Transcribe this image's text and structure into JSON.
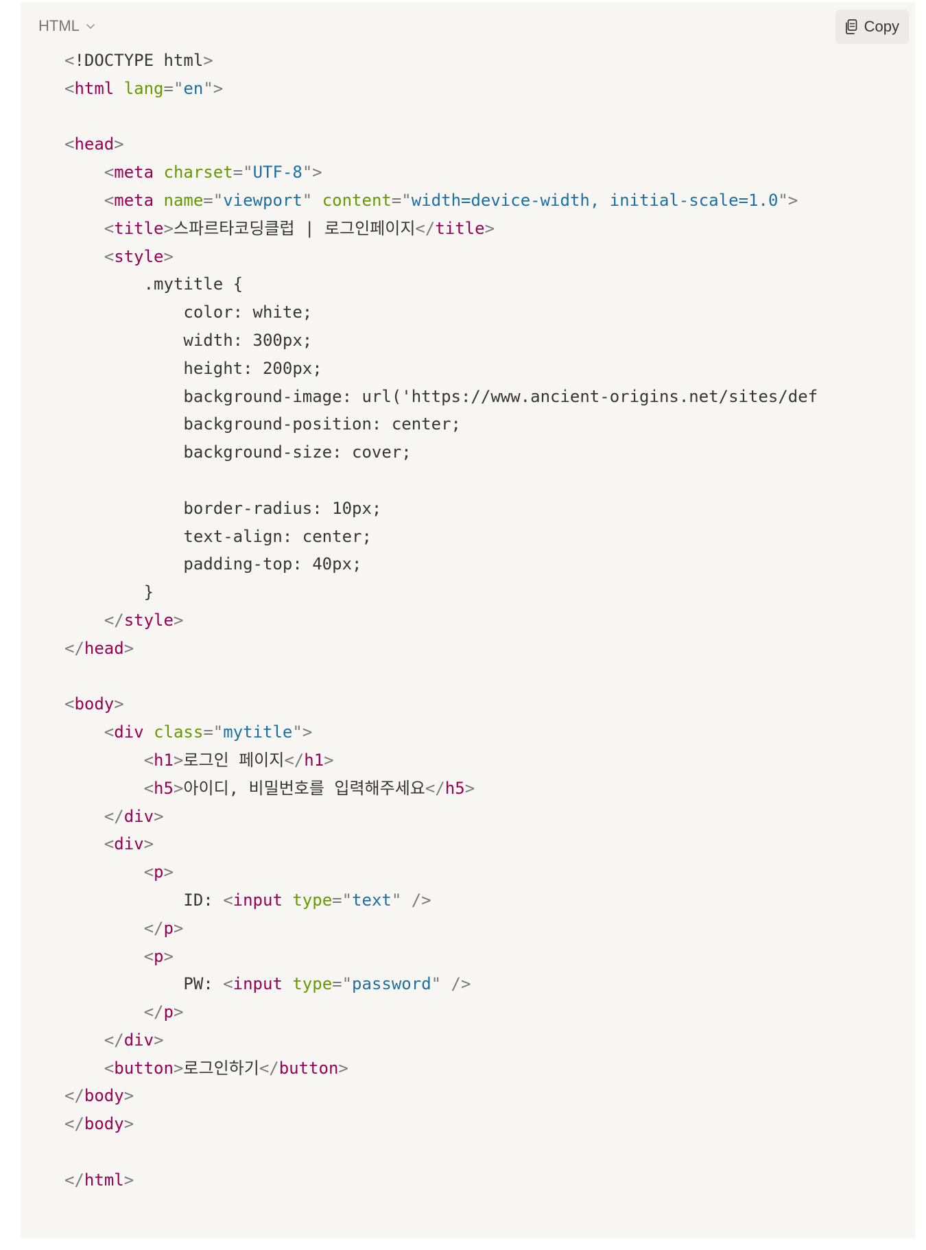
{
  "toolbar": {
    "language_label": "HTML",
    "copy_label": "Copy"
  },
  "code_lines": [
    [
      [
        "p",
        "<"
      ],
      [
        "d",
        "!DOCTYPE html"
      ],
      [
        "p",
        ">"
      ]
    ],
    [
      [
        "p",
        "<"
      ],
      [
        "t",
        "html"
      ],
      [
        "d",
        " "
      ],
      [
        "a",
        "lang"
      ],
      [
        "p",
        "=\""
      ],
      [
        "v",
        "en"
      ],
      [
        "p",
        "\">"
      ]
    ],
    [],
    [
      [
        "p",
        "<"
      ],
      [
        "t",
        "head"
      ],
      [
        "p",
        ">"
      ]
    ],
    [
      [
        "d",
        "    "
      ],
      [
        "p",
        "<"
      ],
      [
        "t",
        "meta"
      ],
      [
        "d",
        " "
      ],
      [
        "a",
        "charset"
      ],
      [
        "p",
        "=\""
      ],
      [
        "v",
        "UTF-8"
      ],
      [
        "p",
        "\">"
      ]
    ],
    [
      [
        "d",
        "    "
      ],
      [
        "p",
        "<"
      ],
      [
        "t",
        "meta"
      ],
      [
        "d",
        " "
      ],
      [
        "a",
        "name"
      ],
      [
        "p",
        "=\""
      ],
      [
        "v",
        "viewport"
      ],
      [
        "p",
        "\""
      ],
      [
        "d",
        " "
      ],
      [
        "a",
        "content"
      ],
      [
        "p",
        "=\""
      ],
      [
        "v",
        "width=device-width, initial-scale=1.0"
      ],
      [
        "p",
        "\">"
      ]
    ],
    [
      [
        "d",
        "    "
      ],
      [
        "p",
        "<"
      ],
      [
        "t",
        "title"
      ],
      [
        "p",
        ">"
      ],
      [
        "d",
        "스파르타코딩클럽 | 로그인페이지"
      ],
      [
        "p",
        "</"
      ],
      [
        "t",
        "title"
      ],
      [
        "p",
        ">"
      ]
    ],
    [
      [
        "d",
        "    "
      ],
      [
        "p",
        "<"
      ],
      [
        "t",
        "style"
      ],
      [
        "p",
        ">"
      ]
    ],
    [
      [
        "d",
        "        .mytitle {"
      ]
    ],
    [
      [
        "d",
        "            color: white;"
      ]
    ],
    [
      [
        "d",
        "            width: 300px;"
      ]
    ],
    [
      [
        "d",
        "            height: 200px;"
      ]
    ],
    [
      [
        "d",
        "            background-image: url('https://www.ancient-origins.net/sites/def"
      ]
    ],
    [
      [
        "d",
        "            background-position: center;"
      ]
    ],
    [
      [
        "d",
        "            background-size: cover;"
      ]
    ],
    [],
    [
      [
        "d",
        "            border-radius: 10px;"
      ]
    ],
    [
      [
        "d",
        "            text-align: center;"
      ]
    ],
    [
      [
        "d",
        "            padding-top: 40px;"
      ]
    ],
    [
      [
        "d",
        "        }"
      ]
    ],
    [
      [
        "d",
        "    "
      ],
      [
        "p",
        "</"
      ],
      [
        "t",
        "style"
      ],
      [
        "p",
        ">"
      ]
    ],
    [
      [
        "p",
        "</"
      ],
      [
        "t",
        "head"
      ],
      [
        "p",
        ">"
      ]
    ],
    [],
    [
      [
        "p",
        "<"
      ],
      [
        "t",
        "body"
      ],
      [
        "p",
        ">"
      ]
    ],
    [
      [
        "d",
        "    "
      ],
      [
        "p",
        "<"
      ],
      [
        "t",
        "div"
      ],
      [
        "d",
        " "
      ],
      [
        "a",
        "class"
      ],
      [
        "p",
        "=\""
      ],
      [
        "v",
        "mytitle"
      ],
      [
        "p",
        "\">"
      ]
    ],
    [
      [
        "d",
        "        "
      ],
      [
        "p",
        "<"
      ],
      [
        "t",
        "h1"
      ],
      [
        "p",
        ">"
      ],
      [
        "d",
        "로그인 페이지"
      ],
      [
        "p",
        "</"
      ],
      [
        "t",
        "h1"
      ],
      [
        "p",
        ">"
      ]
    ],
    [
      [
        "d",
        "        "
      ],
      [
        "p",
        "<"
      ],
      [
        "t",
        "h5"
      ],
      [
        "p",
        ">"
      ],
      [
        "d",
        "아이디, 비밀번호를 입력해주세요"
      ],
      [
        "p",
        "</"
      ],
      [
        "t",
        "h5"
      ],
      [
        "p",
        ">"
      ]
    ],
    [
      [
        "d",
        "    "
      ],
      [
        "p",
        "</"
      ],
      [
        "t",
        "div"
      ],
      [
        "p",
        ">"
      ]
    ],
    [
      [
        "d",
        "    "
      ],
      [
        "p",
        "<"
      ],
      [
        "t",
        "div"
      ],
      [
        "p",
        ">"
      ]
    ],
    [
      [
        "d",
        "        "
      ],
      [
        "p",
        "<"
      ],
      [
        "t",
        "p"
      ],
      [
        "p",
        ">"
      ]
    ],
    [
      [
        "d",
        "            ID: "
      ],
      [
        "p",
        "<"
      ],
      [
        "t",
        "input"
      ],
      [
        "d",
        " "
      ],
      [
        "a",
        "type"
      ],
      [
        "p",
        "=\""
      ],
      [
        "v",
        "text"
      ],
      [
        "p",
        "\""
      ],
      [
        "d",
        " "
      ],
      [
        "p",
        "/>"
      ]
    ],
    [
      [
        "d",
        "        "
      ],
      [
        "p",
        "</"
      ],
      [
        "t",
        "p"
      ],
      [
        "p",
        ">"
      ]
    ],
    [
      [
        "d",
        "        "
      ],
      [
        "p",
        "<"
      ],
      [
        "t",
        "p"
      ],
      [
        "p",
        ">"
      ]
    ],
    [
      [
        "d",
        "            PW: "
      ],
      [
        "p",
        "<"
      ],
      [
        "t",
        "input"
      ],
      [
        "d",
        " "
      ],
      [
        "a",
        "type"
      ],
      [
        "p",
        "=\""
      ],
      [
        "v",
        "password"
      ],
      [
        "p",
        "\""
      ],
      [
        "d",
        " "
      ],
      [
        "p",
        "/>"
      ]
    ],
    [
      [
        "d",
        "        "
      ],
      [
        "p",
        "</"
      ],
      [
        "t",
        "p"
      ],
      [
        "p",
        ">"
      ]
    ],
    [
      [
        "d",
        "    "
      ],
      [
        "p",
        "</"
      ],
      [
        "t",
        "div"
      ],
      [
        "p",
        ">"
      ]
    ],
    [
      [
        "d",
        "    "
      ],
      [
        "p",
        "<"
      ],
      [
        "t",
        "button"
      ],
      [
        "p",
        ">"
      ],
      [
        "d",
        "로그인하기"
      ],
      [
        "p",
        "</"
      ],
      [
        "t",
        "button"
      ],
      [
        "p",
        ">"
      ]
    ],
    [
      [
        "p",
        "</"
      ],
      [
        "t",
        "body"
      ],
      [
        "p",
        ">"
      ]
    ],
    [
      [
        "p",
        "</"
      ],
      [
        "t",
        "body"
      ],
      [
        "p",
        ">"
      ]
    ],
    [],
    [
      [
        "p",
        "</"
      ],
      [
        "t",
        "html"
      ],
      [
        "p",
        ">"
      ]
    ]
  ],
  "colors": {
    "punct": "#7a7a7a",
    "tag": "#990055",
    "attr": "#669900",
    "value": "#1d6fa3",
    "text": "#37352f",
    "card_background": "#f7f6f3",
    "copy_button_background": "#ecebe8"
  },
  "icons": {
    "language_dropdown": "chevron-down-icon",
    "copy": "copy-icon"
  }
}
